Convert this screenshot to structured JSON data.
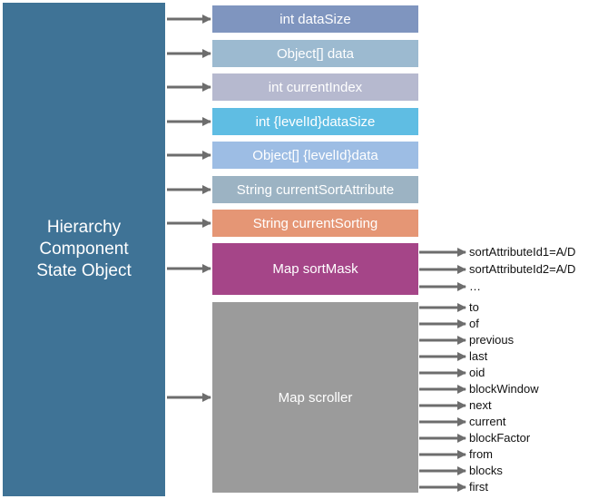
{
  "main_object": {
    "lines": [
      "Hierarchy",
      "Component",
      "State Object"
    ],
    "color": "#3f7396"
  },
  "fields": [
    {
      "label": "int dataSize",
      "color": "#7f95bf"
    },
    {
      "label": "Object[] data",
      "color": "#9cbad0"
    },
    {
      "label": "int currentIndex",
      "color": "#b6b9cf"
    },
    {
      "label": "int {levelId}dataSize",
      "color": "#5fbde3"
    },
    {
      "label": "Object[] {levelId}data",
      "color": "#9dbde4"
    },
    {
      "label": "String currentSortAttribute",
      "color": "#9cb3c3"
    },
    {
      "label": "String currentSorting",
      "color": "#e59675"
    }
  ],
  "sort_mask": {
    "label": "Map sortMask",
    "color": "#a54588",
    "keys": [
      "sortAttributeId1=A/D",
      "sortAttributeId2=A/D",
      "…"
    ]
  },
  "scroller": {
    "label": "Map scroller",
    "color": "#9b9b9b",
    "keys": [
      "to",
      "of",
      "previous",
      "last",
      "oid",
      "blockWindow",
      "next",
      "current",
      "blockFactor",
      "from",
      "blocks",
      "first"
    ]
  },
  "arrow_color": "#6d6d6d"
}
